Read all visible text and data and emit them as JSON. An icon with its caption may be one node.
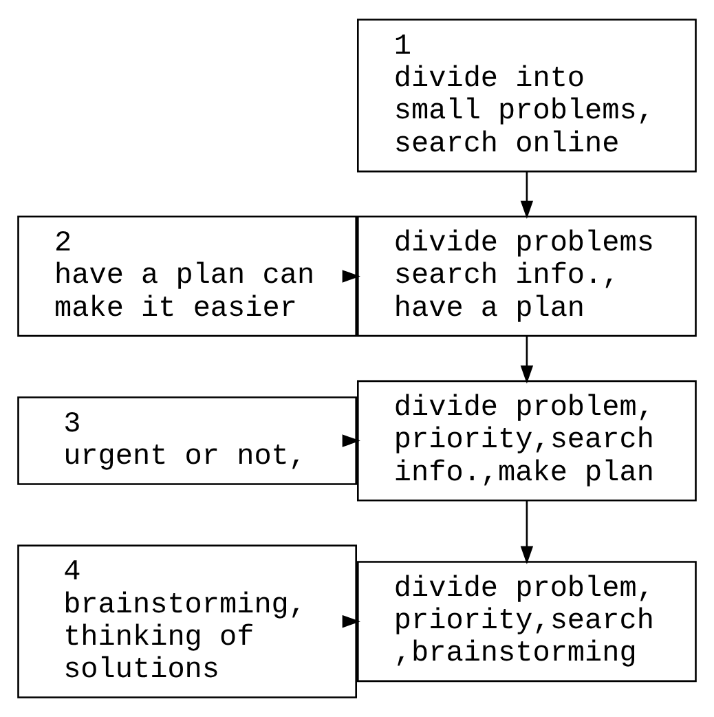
{
  "diagram": {
    "nodes": [
      {
        "text": [
          "1",
          "divide into small problems, search online"
        ]
      },
      {
        "text": [
          "2",
          "have a plan can make it easier"
        ]
      },
      {
        "text": [
          "divide problems search info., have a plan"
        ]
      },
      {
        "text": [
          "3",
          "urgent or not,"
        ]
      },
      {
        "text": [
          "divide problem, priority,search info.,make plan"
        ]
      },
      {
        "text": [
          "4",
          "brainstorming, thinking of solutions"
        ]
      },
      {
        "text": [
          "divide problem, priority,search ,brainstorming"
        ]
      }
    ],
    "edges": [
      {
        "from": 0,
        "to": 2,
        "arrow": "to"
      },
      {
        "from": 1,
        "to": 2,
        "arrow": "to"
      },
      {
        "from": 2,
        "to": 4,
        "arrow": "to"
      },
      {
        "from": 3,
        "to": 4,
        "arrow": "to"
      },
      {
        "from": 4,
        "to": 6,
        "arrow": "to"
      },
      {
        "from": 5,
        "to": 6,
        "arrow": "to"
      }
    ]
  }
}
